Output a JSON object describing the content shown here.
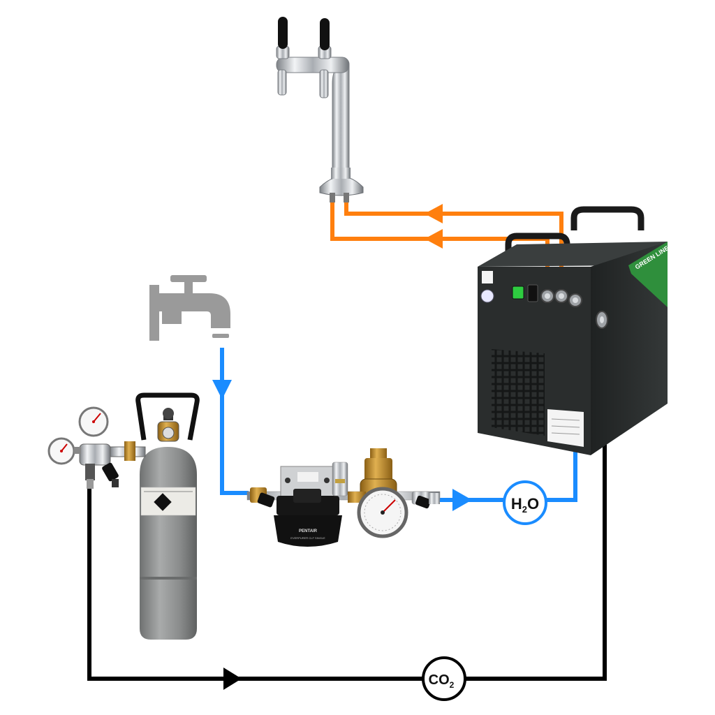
{
  "colors": {
    "water": "#1a8cff",
    "beer": "#ff7f0e",
    "co2": "#000000",
    "tap_gray": "#9a9a9a",
    "chiller_body": "#2a2d2d",
    "cylinder": "#8f9191",
    "brass": "#b8862b"
  },
  "labels": {
    "h2o": {
      "main": "H",
      "sub": "2",
      "end": "O"
    },
    "co2": {
      "main": "CO",
      "sub": "2"
    },
    "filter_brand": "PENTAIR",
    "filter_model": "EVERPURE® CLF SINGLE",
    "chiller_brand": "GREEN LINE"
  },
  "icons": {
    "water_source": "faucet-icon",
    "tower": "beer-tower-icon",
    "chiller": "chiller-unit-icon",
    "cylinder": "co2-cylinder-icon",
    "regulator": "pressure-regulator-icon",
    "filter": "water-filter-icon",
    "reducer": "pressure-reducer-icon"
  }
}
